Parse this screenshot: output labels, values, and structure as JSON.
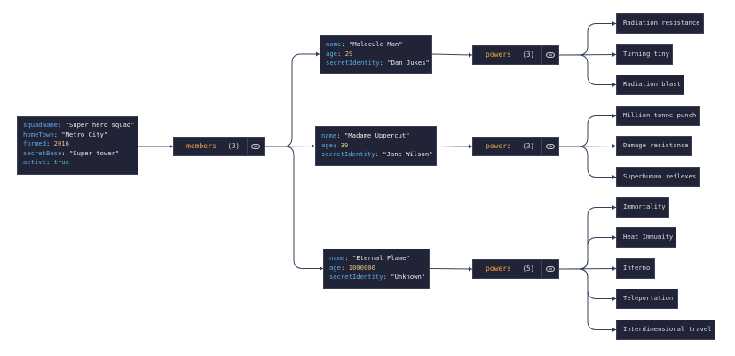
{
  "root": {
    "squadName_key": "squadName",
    "squadName": "\"Super hero squad\"",
    "homeTown_key": "homeTown",
    "homeTown": "\"Metro City\"",
    "formed_key": "formed",
    "formed": "2016",
    "secretBase_key": "secretBase",
    "secretBase": "\"Super tower\"",
    "active_key": "active",
    "active": "true"
  },
  "members": {
    "label": "members",
    "count": "(3)"
  },
  "people": [
    {
      "lines": [
        {
          "k": "name",
          "v": "\"Molecule Man\"",
          "t": "s"
        },
        {
          "k": "age",
          "v": "29",
          "t": "n"
        },
        {
          "k": "secretIdentity",
          "v": "\"Dan Jukes\"",
          "t": "s"
        }
      ],
      "powers_label": "powers",
      "powers_count": "(3)",
      "powers": [
        "Radiation resistance",
        "Turning tiny",
        "Radiation blast"
      ]
    },
    {
      "lines": [
        {
          "k": "name",
          "v": "\"Madame Uppercut\"",
          "t": "s"
        },
        {
          "k": "age",
          "v": "39",
          "t": "n"
        },
        {
          "k": "secretIdentity",
          "v": "\"Jane Wilson\"",
          "t": "s"
        }
      ],
      "powers_label": "powers",
      "powers_count": "(3)",
      "powers": [
        "Million tonne punch",
        "Damage resistance",
        "Superhuman reflexes"
      ]
    },
    {
      "lines": [
        {
          "k": "name",
          "v": "\"Eternal Flame\"",
          "t": "s"
        },
        {
          "k": "age",
          "v": "1000000",
          "t": "n"
        },
        {
          "k": "secretIdentity",
          "v": "\"Unknown\"",
          "t": "s"
        }
      ],
      "powers_label": "powers",
      "powers_count": "(5)",
      "powers": [
        "Immortality",
        "Heat Immunity",
        "Inferno",
        "Teleportation",
        "Interdimensional travel"
      ]
    }
  ],
  "colors": {
    "background": "#ffffff",
    "node": "#212436",
    "edge": "#36405a",
    "key": "#5aa9e6",
    "number": "#e5c07b",
    "boolean": "#3fd29a",
    "array_key": "#f3a54a"
  }
}
